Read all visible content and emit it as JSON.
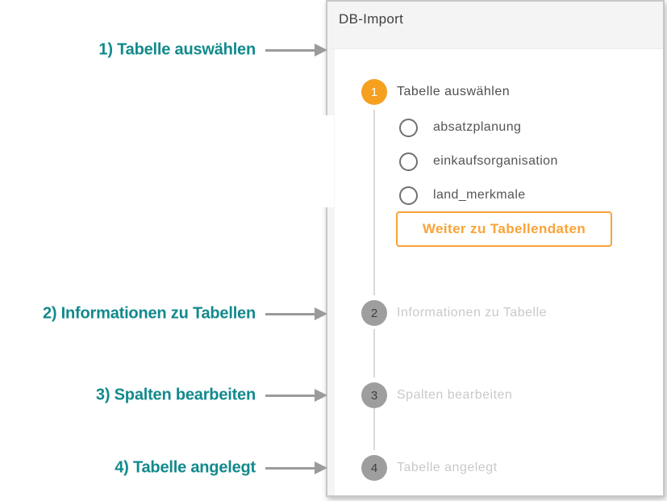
{
  "annotations": {
    "color": "#12898c",
    "arrow_color": "#9b9b9b",
    "items": [
      {
        "label": "1) Tabelle auswählen"
      },
      {
        "label": "2) Informationen zu Tabellen"
      },
      {
        "label": "3) Spalten bearbeiten"
      },
      {
        "label": "4) Tabelle angelegt"
      }
    ]
  },
  "panel": {
    "title": "DB-Import",
    "colors": {
      "active_step_circle": "#f6a01f",
      "inactive_step_circle": "#9e9e9e",
      "button_accent": "#f9a338",
      "header_bg": "#f4f4f4"
    },
    "stepper": {
      "steps": [
        {
          "number": "1",
          "label": "Tabelle auswählen",
          "state": "active"
        },
        {
          "number": "2",
          "label": "Informationen zu Tabelle",
          "state": "disabled"
        },
        {
          "number": "3",
          "label": "Spalten bearbeiten",
          "state": "disabled"
        },
        {
          "number": "4",
          "label": "Tabelle angelegt",
          "state": "disabled"
        }
      ],
      "step1_options": [
        {
          "label": "absatzplanung",
          "selected": false
        },
        {
          "label": "einkaufsorganisation",
          "selected": false
        },
        {
          "label": "land_merkmale",
          "selected": false
        }
      ],
      "next_button_label": "Weiter zu Tabellendaten"
    }
  }
}
